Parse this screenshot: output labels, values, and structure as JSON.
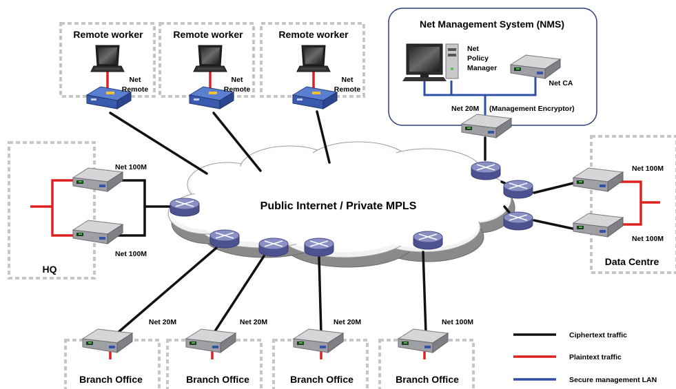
{
  "sites": {
    "remote_workers": [
      {
        "title": "Remote worker",
        "device_line1": "Net",
        "device_line2": "Remote"
      },
      {
        "title": "Remote worker",
        "device_line1": "Net",
        "device_line2": "Remote"
      },
      {
        "title": "Remote worker",
        "device_line1": "Net",
        "device_line2": "Remote"
      }
    ],
    "nms": {
      "title": "Net Management System (NMS)",
      "policy_manager": [
        "Net",
        "Policy",
        "Manager"
      ],
      "ca_label": "Net CA",
      "encryptor_label": "Net 20M",
      "encryptor_note": "(Management Encryptor)"
    },
    "hq": {
      "title": "HQ",
      "device_top": "Net 100M",
      "device_bottom": "Net 100M"
    },
    "data_centre": {
      "title": "Data Centre",
      "device_top": "Net 100M",
      "device_bottom": "Net 100M"
    },
    "branches": [
      {
        "title": "Branch Office",
        "link_label": "Net 20M"
      },
      {
        "title": "Branch Office",
        "link_label": "Net 20M"
      },
      {
        "title": "Branch Office",
        "link_label": "Net 20M"
      },
      {
        "title": "Branch Office",
        "link_label": "Net 100M"
      }
    ]
  },
  "cloud_label": "Public Internet / Private MPLS",
  "legend": [
    {
      "label": "Ciphertext traffic",
      "color": "#111111"
    },
    {
      "label": "Plaintext traffic",
      "color": "#e02020"
    },
    {
      "label": "Secure management LAN",
      "color": "#2e4fa6"
    }
  ],
  "colors": {
    "cipher": "#111111",
    "plain": "#e02020",
    "mgmt": "#2e4fa6",
    "router": "#6e73a8",
    "dashed_border": "#c6c6c6"
  }
}
